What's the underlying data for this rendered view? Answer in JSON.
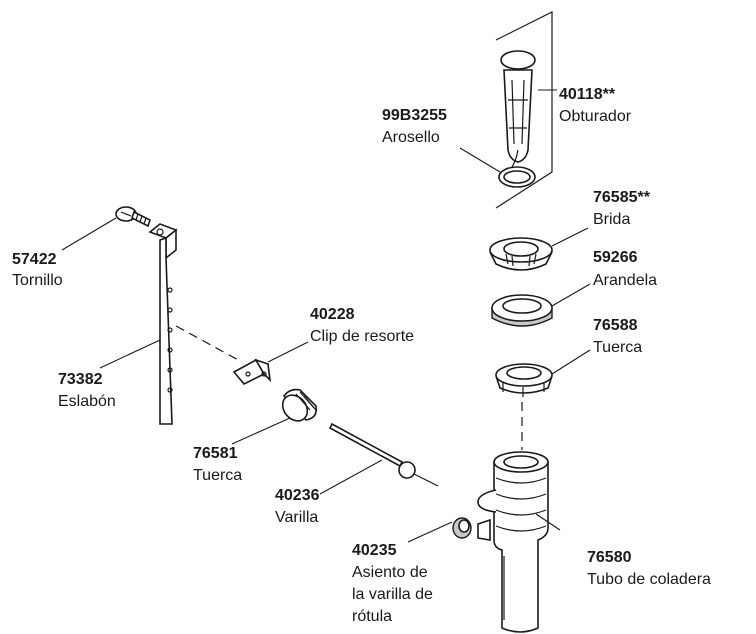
{
  "parts": [
    {
      "id": "obturador",
      "number": "40118**",
      "name": "Obturador"
    },
    {
      "id": "arosello",
      "number": "99B3255",
      "name": "Arosello"
    },
    {
      "id": "brida",
      "number": "76585**",
      "name": "Brida"
    },
    {
      "id": "arandela",
      "number": "59266",
      "name": "Arandela"
    },
    {
      "id": "tuerca-brida",
      "number": "76588",
      "name": "Tuerca"
    },
    {
      "id": "tornillo",
      "number": "57422",
      "name": "Tornillo"
    },
    {
      "id": "clip",
      "number": "40228",
      "name": "Clip de resorte"
    },
    {
      "id": "eslabon",
      "number": "73382",
      "name": "Eslabón"
    },
    {
      "id": "tuerca-varilla",
      "number": "76581",
      "name": "Tuerca"
    },
    {
      "id": "varilla",
      "number": "40236",
      "name": "Varilla"
    },
    {
      "id": "asiento",
      "number": "40235",
      "name_lines": [
        "Asiento de",
        "la varilla de",
        "rótula"
      ]
    },
    {
      "id": "tubo",
      "number": "76580",
      "name": "Tubo de coladera"
    }
  ]
}
